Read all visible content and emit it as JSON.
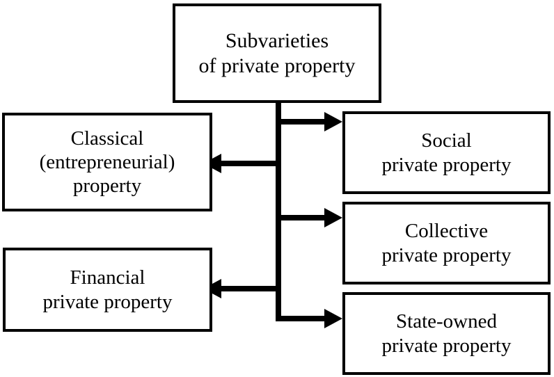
{
  "diagram": {
    "title": "Subvarieties of private property",
    "type": "hierarchy-tree",
    "colors": {
      "stroke": "#000000",
      "fill": "#ffffff",
      "text": "#000000"
    },
    "nodes": {
      "root": {
        "label": "Subvarieties\nof private property",
        "role": "parent"
      },
      "classical": {
        "label": "Classical\n(entrepreneurial)\nproperty",
        "role": "child"
      },
      "financial": {
        "label": "Financial\nprivate property",
        "role": "child"
      },
      "social": {
        "label": "Social\nprivate property",
        "role": "child"
      },
      "collective": {
        "label": "Collective\nprivate property",
        "role": "child"
      },
      "state_owned": {
        "label": "State-owned\nprivate property",
        "role": "child"
      }
    },
    "edges": [
      {
        "from": "root",
        "to": "social",
        "direction": "right"
      },
      {
        "from": "root",
        "to": "classical",
        "direction": "left"
      },
      {
        "from": "root",
        "to": "collective",
        "direction": "right"
      },
      {
        "from": "root",
        "to": "financial",
        "direction": "left"
      },
      {
        "from": "root",
        "to": "state_owned",
        "direction": "right"
      }
    ]
  }
}
